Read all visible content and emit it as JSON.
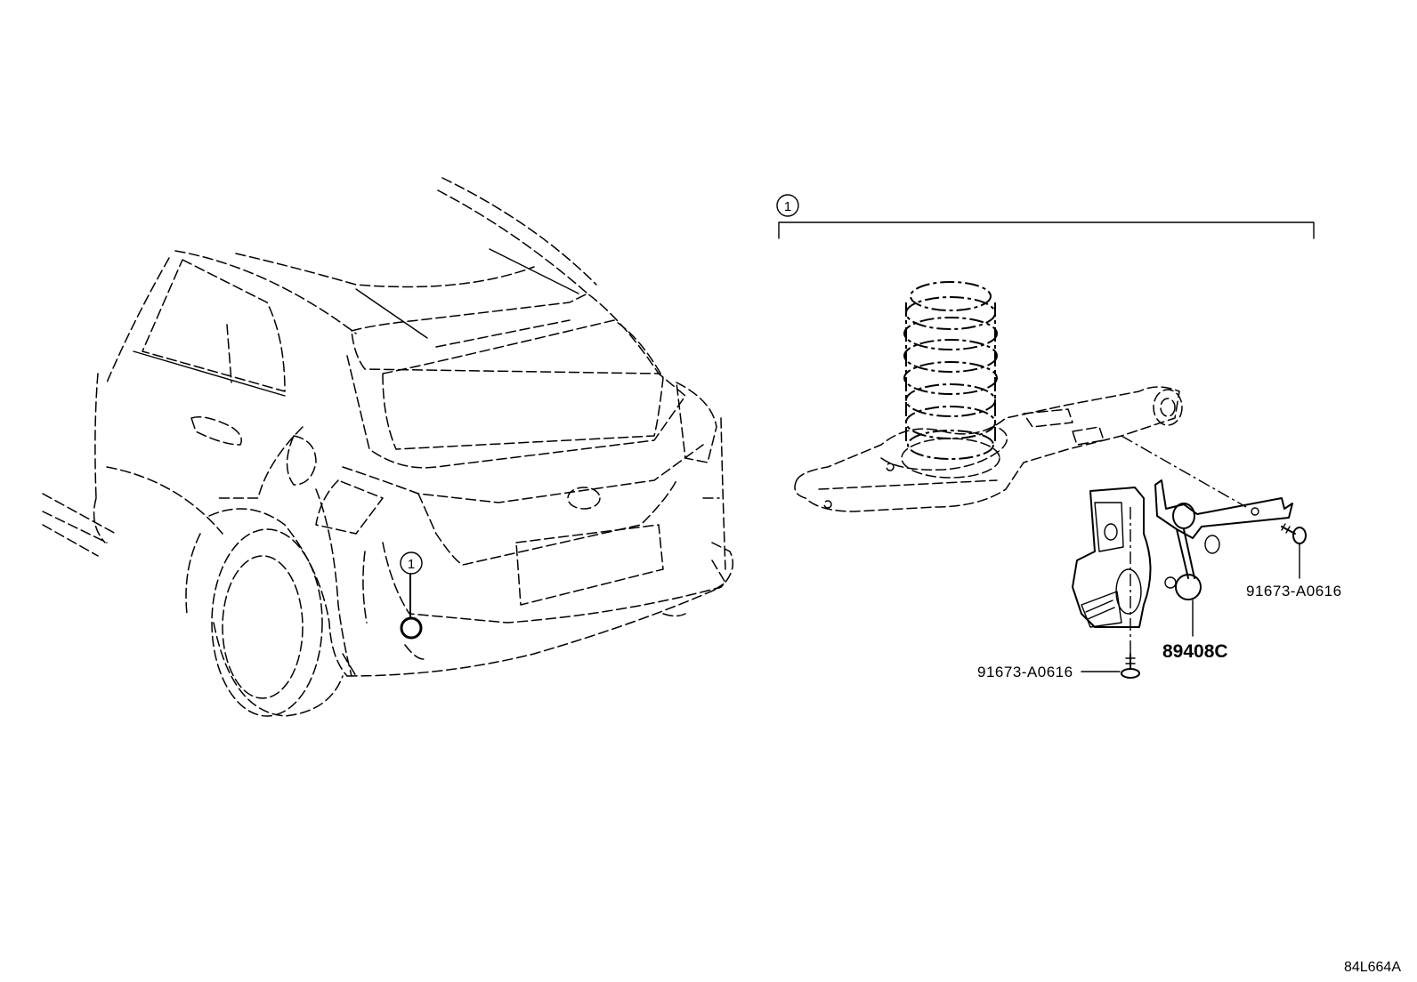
{
  "diagram": {
    "diagram_code": "84L664A",
    "assembly_callout": "1",
    "location_callout": "1",
    "parts": [
      {
        "part_number": "91673-A0616"
      },
      {
        "part_number": "89408C"
      },
      {
        "part_number": "91673-A0616"
      }
    ]
  }
}
